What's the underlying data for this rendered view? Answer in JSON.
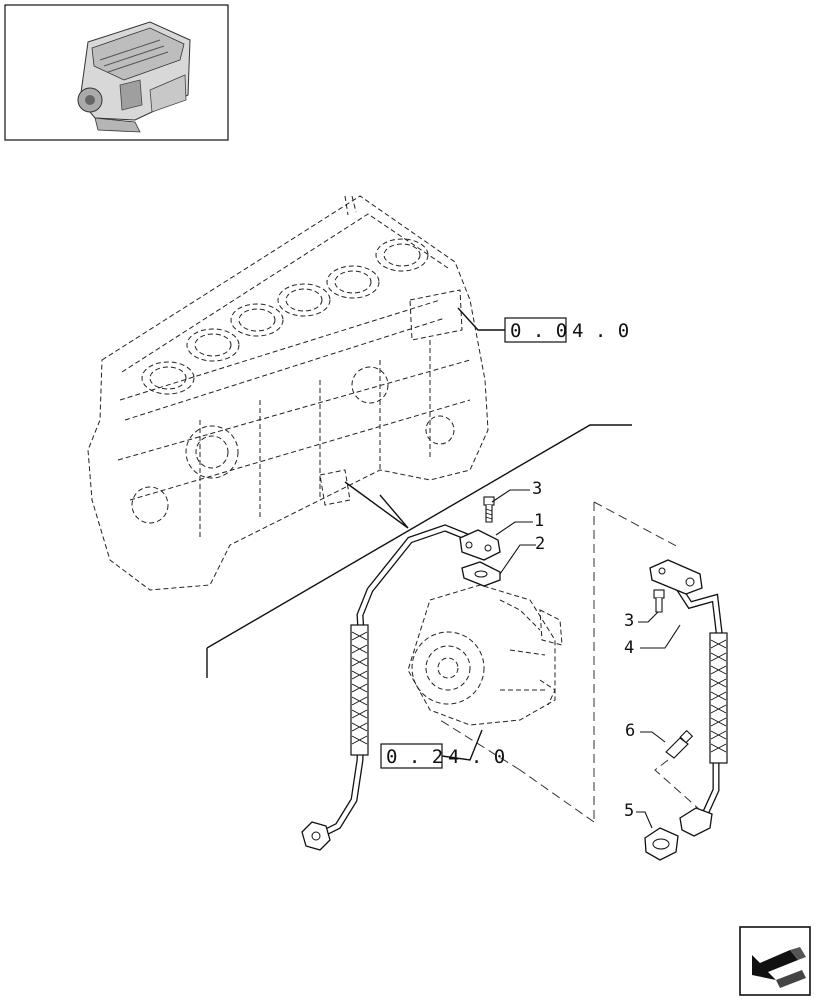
{
  "thumbnail": {
    "icon": "engine-thumbnail-icon"
  },
  "references": [
    {
      "id": "ref-block",
      "prefix": "0 . 0",
      "suffix": "4 . 0"
    },
    {
      "id": "ref-turbo",
      "prefix": "0 . 2",
      "suffix": "4 . 0"
    }
  ],
  "callouts": {
    "c3a": "3",
    "c1": "1",
    "c2": "2",
    "c3b": "3",
    "c4": "4",
    "c6": "6",
    "c5": "5"
  },
  "nav": {
    "icon": "back-arrow-icon"
  }
}
